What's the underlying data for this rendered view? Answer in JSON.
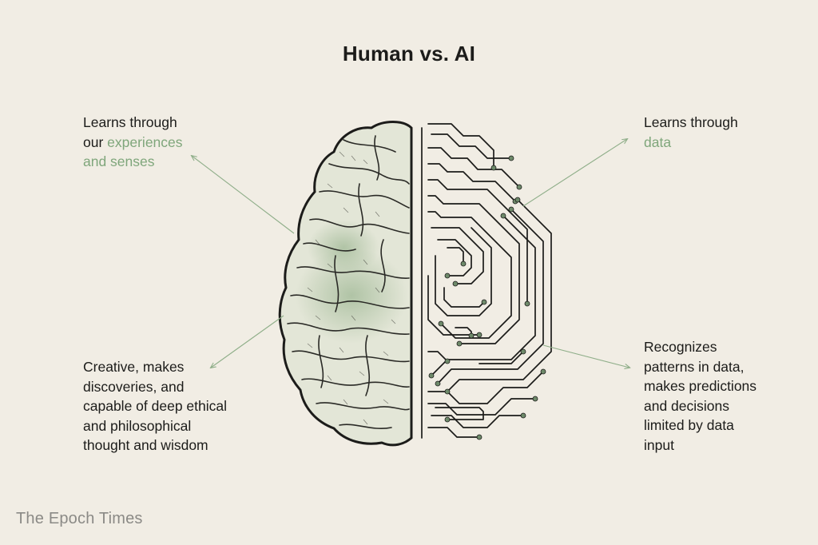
{
  "title": "Human vs. AI",
  "labels": {
    "human_top": {
      "line1": "Learns through",
      "line2_prefix": "our ",
      "line2_highlight": "experiences",
      "line3_highlight": "and senses"
    },
    "human_bottom": {
      "lines": [
        "Creative, makes",
        "discoveries, and",
        "capable of deep ethical",
        "and philosophical",
        "thought and wisdom"
      ]
    },
    "ai_top": {
      "line1": "Learns through",
      "line2_highlight": "data"
    },
    "ai_bottom": {
      "lines": [
        "Recognizes",
        "patterns in data,",
        "makes predictions",
        "and decisions",
        "limited by  data",
        "input"
      ]
    }
  },
  "footer": "The Epoch Times",
  "colors": {
    "background": "#f1ede4",
    "highlight": "#7fa67b",
    "ink": "#1c1c1a",
    "brain_fill": "#e3e6d7",
    "brain_shade": "#b5c7a8",
    "arrow": "#8fae89",
    "footer": "#8b8a86"
  },
  "icons": {
    "left_half": "organic-brain-hemisphere",
    "right_half": "circuit-board-hemisphere"
  }
}
